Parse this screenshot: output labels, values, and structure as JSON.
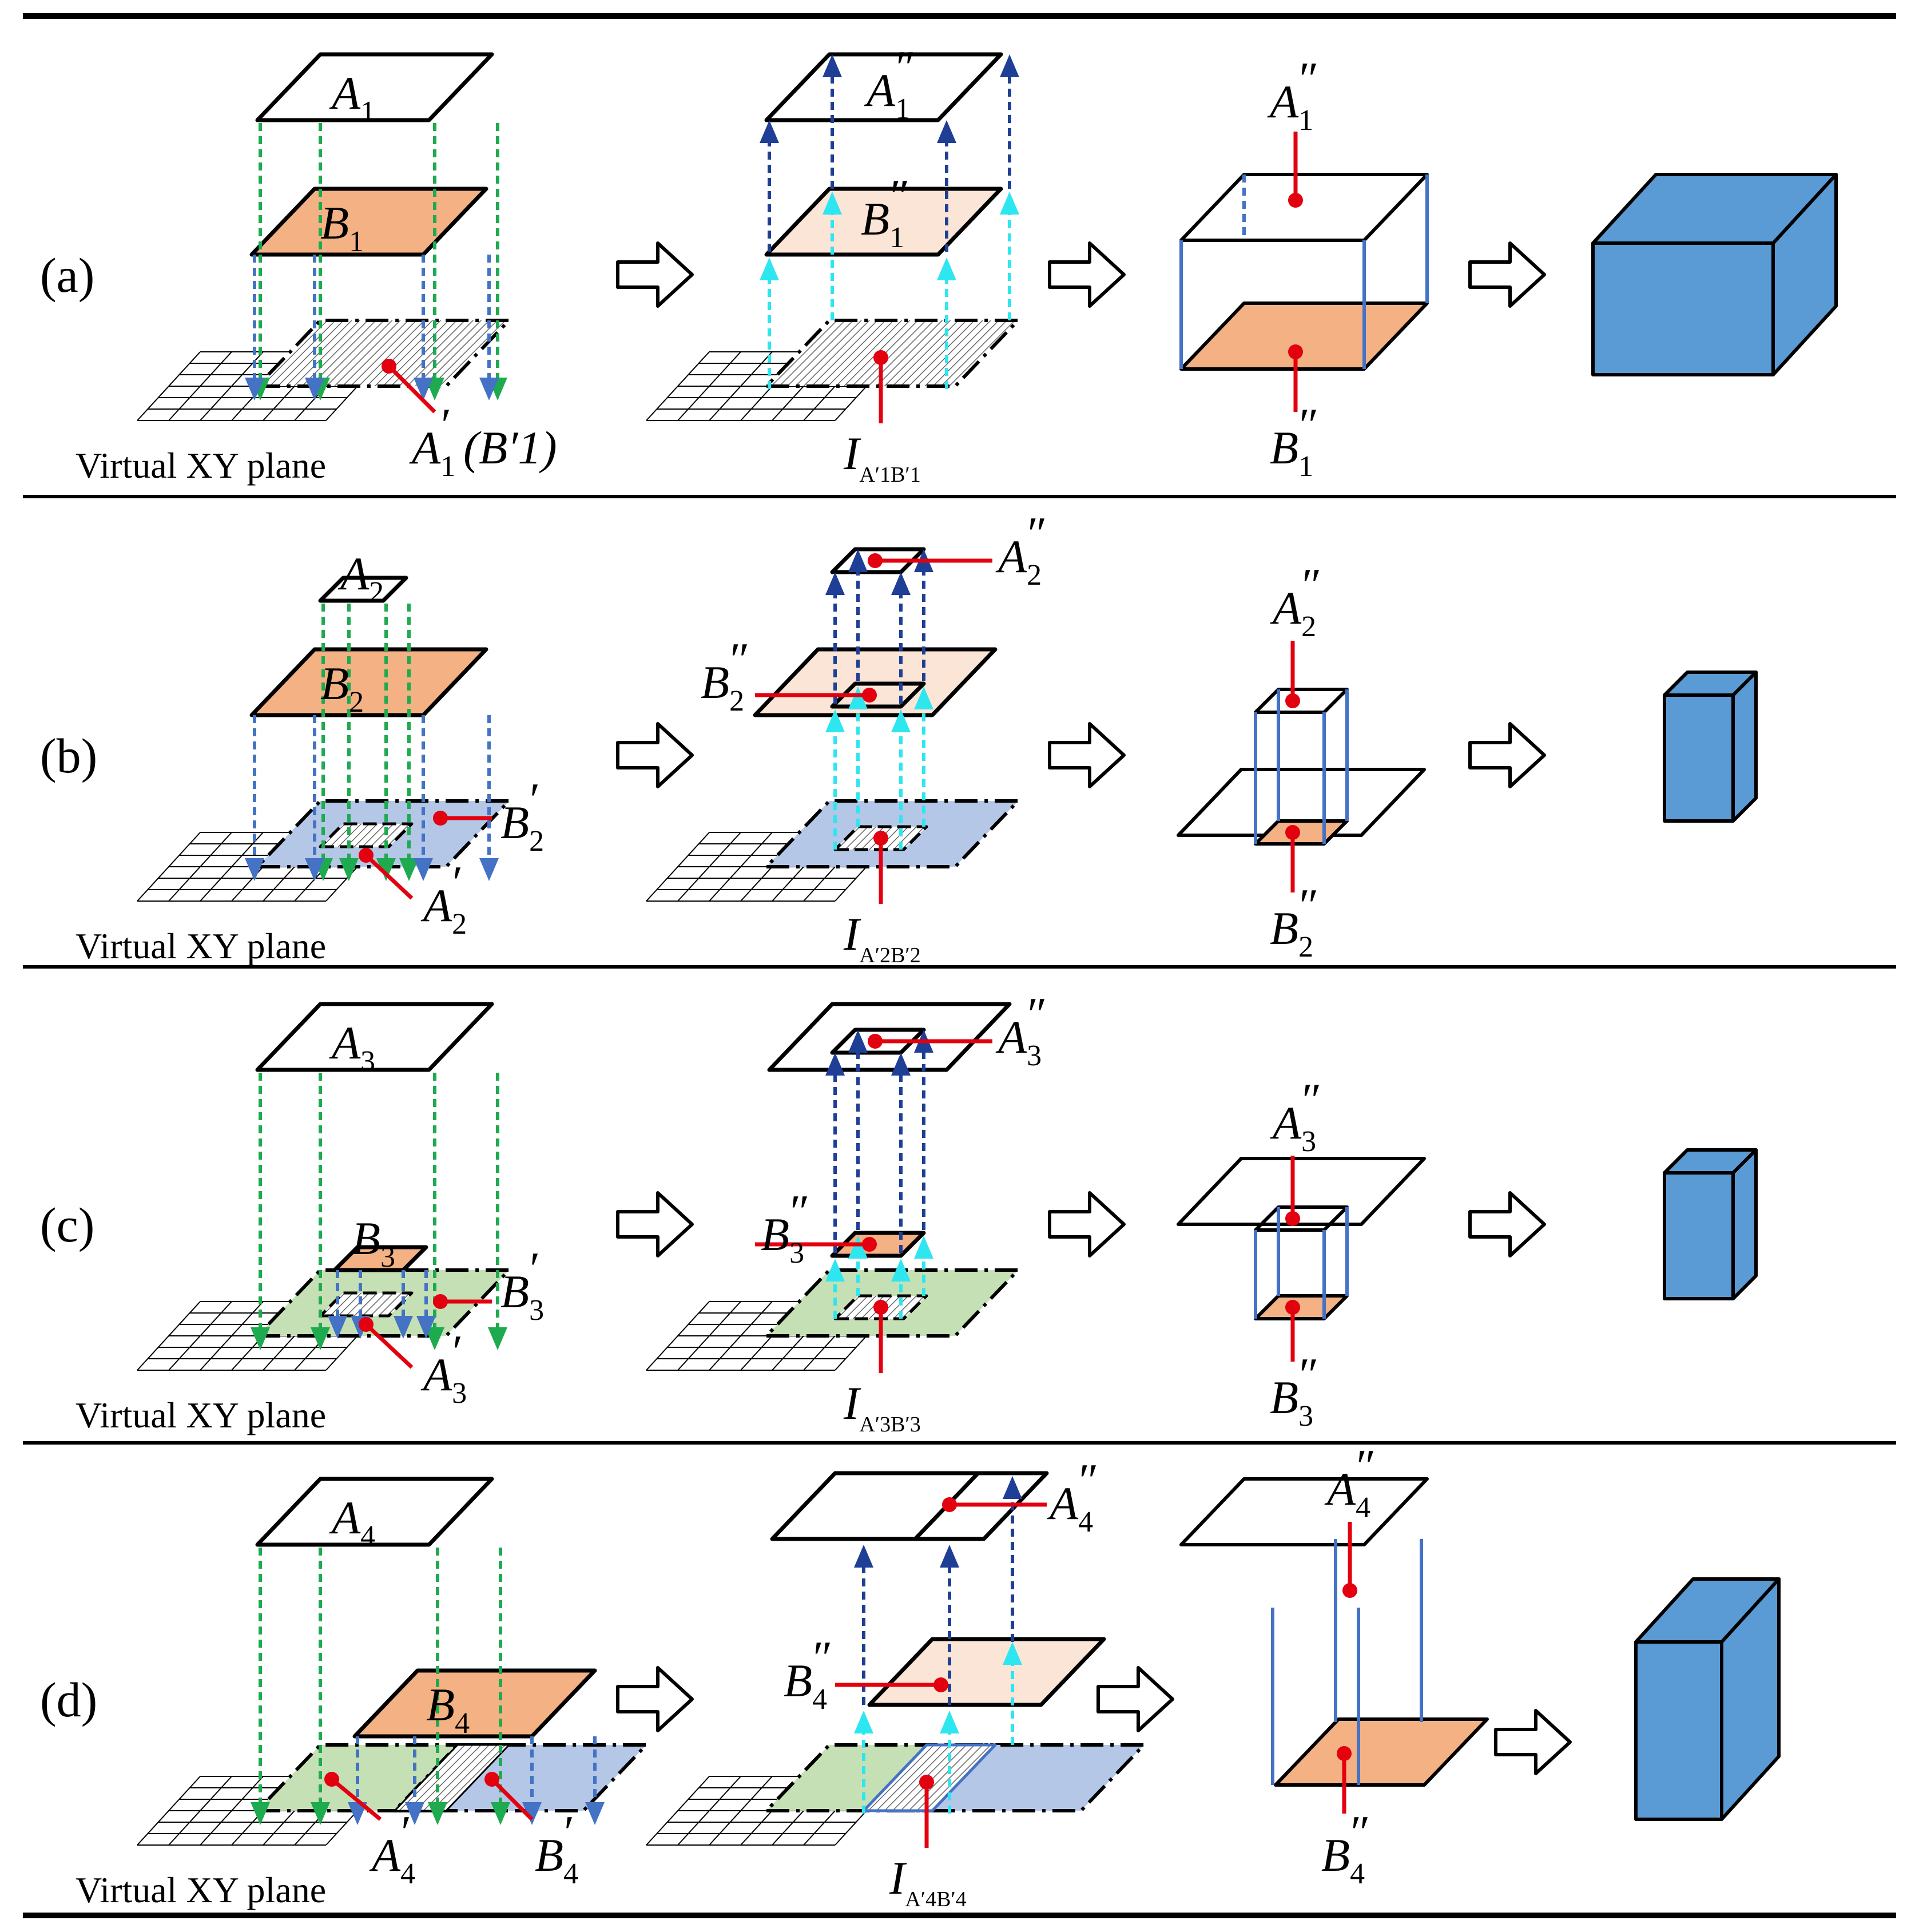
{
  "plane_label": "Virtual XY plane",
  "colors": {
    "border": "#000000",
    "down_green": "#1eaa4f",
    "down_blue": "#4472c4",
    "up_darkblue": "#1f3f96",
    "up_cyan": "#2ee6f0",
    "marker_red": "#e3000f",
    "fill_orange": "#f4b184",
    "fill_orange_light": "#fbe5d6",
    "fill_blue_light": "#b4c7e7",
    "fill_green_light": "#c5e0b4",
    "cube_blue": "#5b9bd5",
    "wire_blue": "#4472c4"
  },
  "icons": {
    "arrow": "hollow-right-arrow-icon",
    "marker": "red-dot-leader",
    "solid": "blue-cuboid"
  },
  "rows": [
    {
      "tag": "(a)",
      "top_label": "A",
      "top_sub": "1",
      "mid_label": "B",
      "mid_sub": "1",
      "proj_a": "A",
      "proj_a_sub": "1",
      "proj_b": "B",
      "proj_b_sub": "1",
      "out_a": "A",
      "out_a_sub": "1",
      "out_b": "B",
      "out_b_sub": "1",
      "inter": "I",
      "inter_a": "A",
      "inter_a_sub": "1",
      "inter_b": "B",
      "inter_b_sub": "1"
    },
    {
      "tag": "(b)",
      "top_label": "A",
      "top_sub": "2",
      "mid_label": "B",
      "mid_sub": "2",
      "proj_a": "A",
      "proj_a_sub": "2",
      "proj_b": "B",
      "proj_b_sub": "2",
      "out_a": "A",
      "out_a_sub": "2",
      "out_b": "B",
      "out_b_sub": "2",
      "inter": "I",
      "inter_a": "A",
      "inter_a_sub": "2",
      "inter_b": "B",
      "inter_b_sub": "2"
    },
    {
      "tag": "(c)",
      "top_label": "A",
      "top_sub": "3",
      "mid_label": "B",
      "mid_sub": "3",
      "proj_a": "A",
      "proj_a_sub": "3",
      "proj_b": "B",
      "proj_b_sub": "3",
      "out_a": "A",
      "out_a_sub": "3",
      "out_b": "B",
      "out_b_sub": "3",
      "inter": "I",
      "inter_a": "A",
      "inter_a_sub": "3",
      "inter_b": "B",
      "inter_b_sub": "3"
    },
    {
      "tag": "(d)",
      "top_label": "A",
      "top_sub": "4",
      "mid_label": "B",
      "mid_sub": "4",
      "proj_a": "A",
      "proj_a_sub": "4",
      "proj_b": "B",
      "proj_b_sub": "4",
      "out_a": "A",
      "out_a_sub": "4",
      "out_b": "B",
      "out_b_sub": "4",
      "inter": "I",
      "inter_a": "A",
      "inter_a_sub": "4",
      "inter_b": "B",
      "inter_b_sub": "4"
    }
  ],
  "prime": "′",
  "dprime": "″",
  "paren_open": "(",
  "paren_close": ")"
}
